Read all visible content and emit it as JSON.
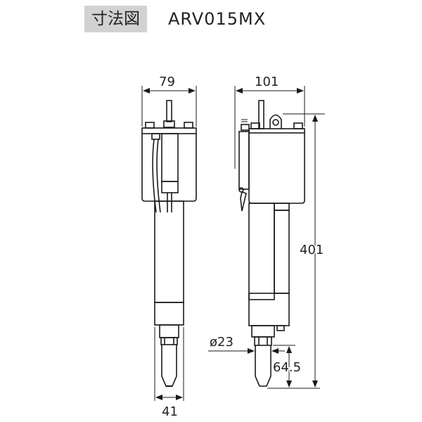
{
  "header": {
    "label": "寸法図",
    "model": "ARV015MX"
  },
  "dimensions": {
    "front_width": "79",
    "side_width": "101",
    "overall_height": "401",
    "nozzle_width": "41",
    "nozzle_diameter": "ø23",
    "nozzle_length": "64.5"
  },
  "colors": {
    "line": "#1a1a1a",
    "label_bg": "#d2d2d2",
    "background": "#ffffff"
  }
}
